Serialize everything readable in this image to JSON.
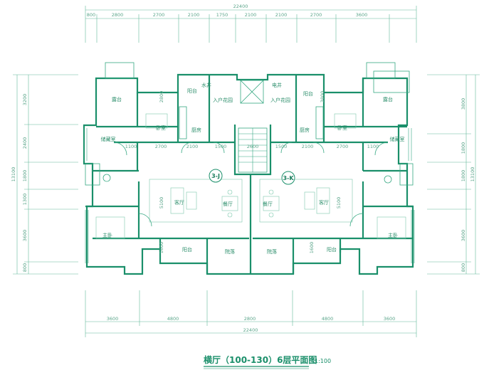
{
  "dims": {
    "top_total": "22400",
    "top": [
      "800",
      "2800",
      "2700",
      "2100",
      "1750",
      "2100",
      "2100",
      "2700",
      "3600"
    ],
    "bottom": [
      "3600",
      "4800",
      "2800",
      "4800",
      "3600"
    ],
    "bottom_total": "22400",
    "left_total": "13100",
    "left": [
      "3200",
      "2400",
      "1800",
      "1300",
      "3600",
      "800"
    ],
    "right_total": "13100",
    "right": [
      "3800",
      "1800",
      "1800",
      "3600",
      "800"
    ],
    "inner": [
      "2800",
      "1100",
      "2700",
      "2100",
      "1500",
      "1500",
      "2100",
      "2700",
      "1100",
      "5100",
      "5100",
      "1600",
      "1600",
      "3800",
      "2600"
    ]
  },
  "rooms": {
    "terrace_l": "露台",
    "terrace_r": "露台",
    "balcony_l": "阳台",
    "balcony_r": "阳台",
    "balcony_s_l": "阳台",
    "balcony_s_r": "阳台",
    "entry_garden_l": "入户花园",
    "entry_garden_r": "入户花园",
    "water_l": "水井",
    "water_r": "电井",
    "bedroom_l": "卧室",
    "bedroom_r": "卧室",
    "kitchen_l": "厨房",
    "kitchen_r": "厨房",
    "storage_l": "储藏室",
    "storage_r": "储藏室",
    "living_l": "客厅",
    "living_r": "客厅",
    "dining_l": "餐厅",
    "dining_r": "餐厅",
    "master_l": "主卧",
    "master_r": "主卧",
    "yard_l": "院落",
    "yard_r": "院落"
  },
  "units": {
    "left": "3-J",
    "right": "3-K"
  },
  "title": {
    "text": "横厅（100-130）6层平面图",
    "scale": "1:100"
  }
}
